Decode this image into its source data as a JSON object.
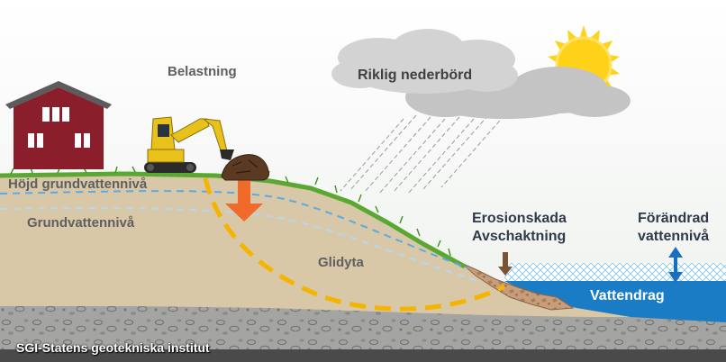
{
  "diagram": {
    "labels": {
      "loading": "Belastning",
      "precipitation": "Riklig nederbörd",
      "raised_groundwater": "Höjd grundvattennivå",
      "groundwater": "Grundvattennivå",
      "slip_surface": "Glidyta",
      "erosion_line1": "Erosionskada",
      "erosion_line2": "Avschaktning",
      "changed_water_line1": "Förändrad",
      "changed_water_line2": "vattennivå",
      "watercourse": "Vattendrag",
      "credit": "SGI-Statens geotekniska institut"
    },
    "colors": {
      "house": "#8b1e2b",
      "soil": "#d8c8a8",
      "grass": "#5aa832",
      "bedrock": "#9e9e9e",
      "water": "#1a7cc4",
      "groundwater_line": "#5aaae6",
      "slip_surface": "#f5b400",
      "load_arrow": "#f06a2c",
      "sun": "#ffd21a",
      "cloud": "#c4c4c4",
      "excavator": "#e8c21a"
    },
    "icons": [
      "house-icon",
      "excavator-icon",
      "boulder-icon",
      "load-arrow-icon",
      "cloud-icon",
      "sun-icon",
      "rain-icon",
      "erosion-arrow-icon",
      "water-level-arrow-icon"
    ]
  }
}
